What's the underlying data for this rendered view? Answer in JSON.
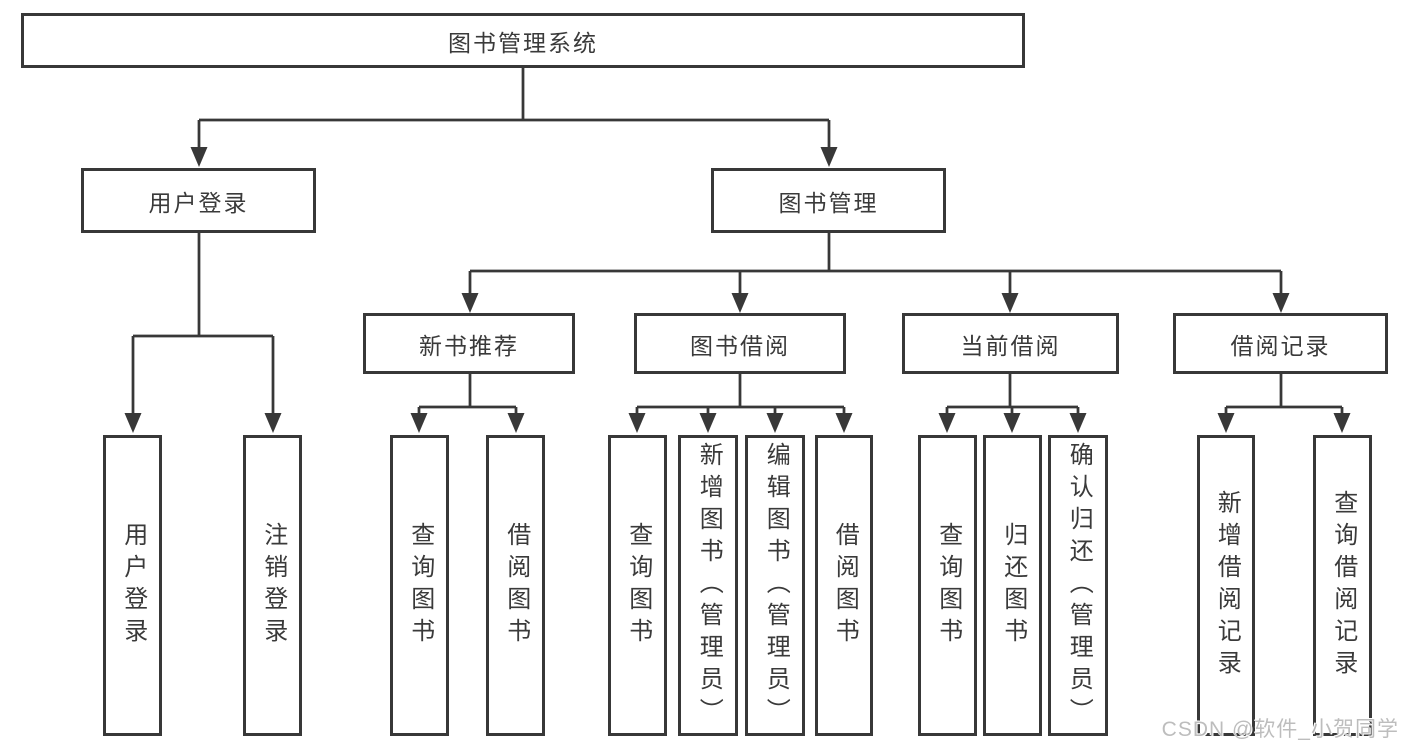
{
  "diagram": {
    "root": {
      "label": "图书管理系统"
    },
    "level2": {
      "user_login": {
        "label": "用户登录"
      },
      "book_mgmt": {
        "label": "图书管理"
      }
    },
    "level3": {
      "new_books": {
        "label": "新书推荐"
      },
      "borrowing": {
        "label": "图书借阅"
      },
      "current": {
        "label": "当前借阅"
      },
      "records": {
        "label": "借阅记录"
      }
    },
    "leaves": {
      "user_login": [
        "用户登录",
        "注销登录"
      ],
      "new_books": [
        "查询图书",
        "借阅图书"
      ],
      "borrowing": [
        "查询图书",
        "新增图书（管理员）",
        "编辑图书（管理员）",
        "借阅图书"
      ],
      "current": [
        "查询图书",
        "归还图书",
        "确认归还（管理员）"
      ],
      "records": [
        "新增借阅记录",
        "查询借阅记录"
      ]
    },
    "watermark": "CSDN @软件_小贺同学",
    "colors": {
      "line": "#383838",
      "text": "#3a3a3a",
      "background": "#ffffff",
      "watermark": "#b9b9b9"
    }
  }
}
